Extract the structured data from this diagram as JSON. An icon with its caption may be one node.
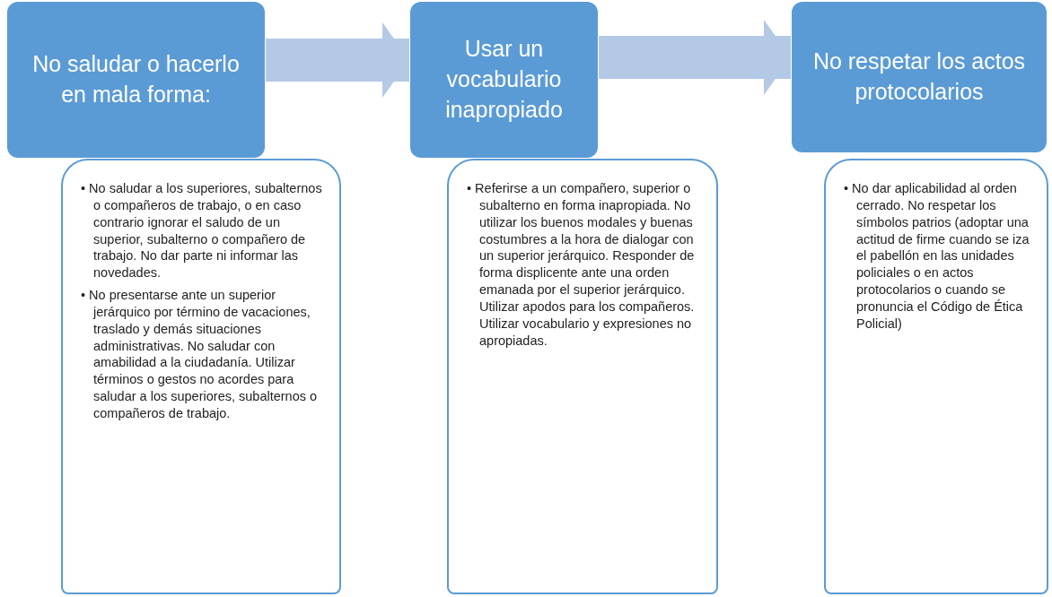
{
  "diagram": {
    "nodes": [
      {
        "text": [
          "No saludar o hacerlo en mala forma:"
        ]
      },
      {
        "text": [
          "• No saludar a los superiores, subalternos o compañeros de trabajo, o en caso contrario ignorar el saludo de un superior, subalterno o compañero de trabajo. No dar parte ni informar las novedades.",
          "• No presentarse ante un superior jerárquico por término de vacaciones, traslado y demás situaciones administrativas. No saludar con amabilidad a la ciudadanía. Utilizar términos o gestos no acordes para saludar a los superiores, subalternos o compañeros de trabajo."
        ]
      },
      {
        "text": [
          "Usar un vocabulario inapropiado"
        ]
      },
      {
        "text": [
          "• Referirse a un compañero, superior o subalterno en forma inapropiada. No utilizar los buenos modales y buenas costumbres a la hora de dialogar con un superior jerárquico. Responder de forma displicente ante una orden emanada por el superior jerárquico. Utilizar apodos para los compañeros. Utilizar vocabulario y expresiones no apropiadas."
        ]
      },
      {
        "text": [
          "No respetar los actos protocolarios"
        ]
      },
      {
        "text": [
          "• No dar aplicabilidad al orden cerrado. No respetar los símbolos patrios (adoptar una actitud de firme cuando se iza el pabellón en las unidades policiales o en actos protocolarios o cuando se pronuncia el Código de Ética Policial)"
        ]
      }
    ],
    "edges": [
      {
        "from": 0,
        "to": 2,
        "arrow": "to"
      },
      {
        "from": 2,
        "to": 4,
        "arrow": "to"
      }
    ]
  }
}
